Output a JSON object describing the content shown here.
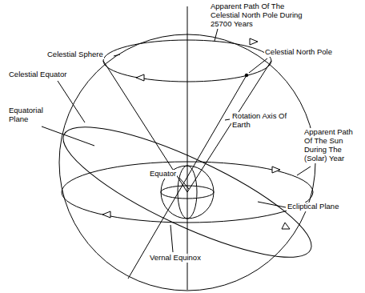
{
  "diagram": {
    "labels": [
      "Apparent Path Of The Celestial North Pole During 25700 Years",
      "Celestial Sphere",
      "Celestial North Pole",
      "Celestial Equator",
      "Rotation Axis Of Earth",
      "Equatorial Plane",
      "Apparent Path Of The Sun During The (Solar) Year",
      "Equator",
      "Ecliptical Plane",
      "Vernal Equinox"
    ]
  }
}
